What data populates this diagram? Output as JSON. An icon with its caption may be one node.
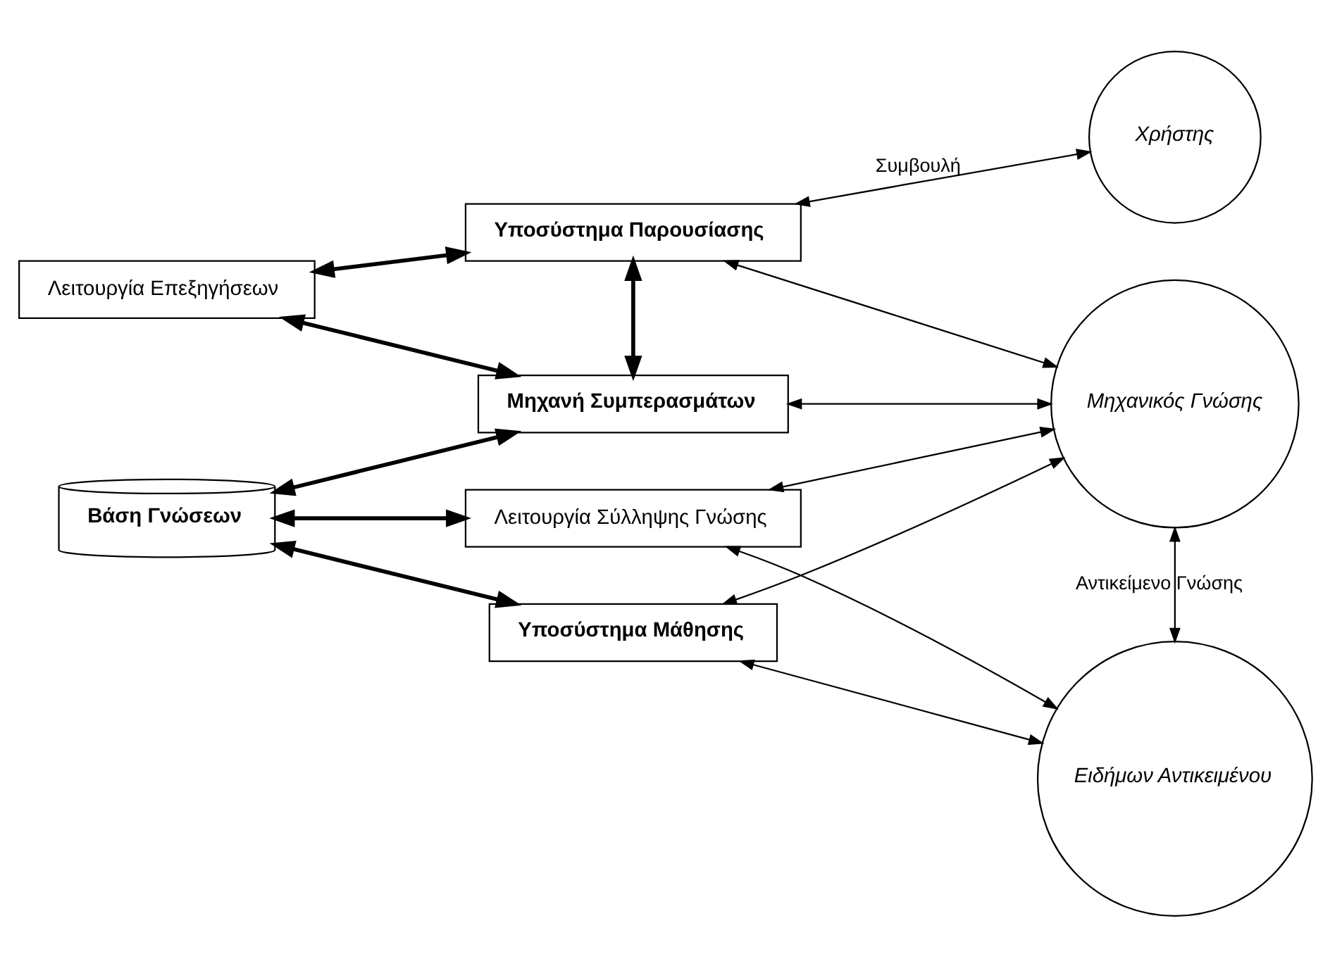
{
  "diagram": {
    "nodes": [
      {
        "text": [
          "Υποσύστημα Παρουσίασης"
        ]
      },
      {
        "text": [
          "Χρήστης"
        ]
      },
      {
        "text": [
          "Λειτουργία Επεξηγήσεων"
        ]
      },
      {
        "text": [
          "Μηχανή Συμπερασμάτων"
        ]
      },
      {
        "text": [
          "Μηχανικός Γνώσης"
        ]
      },
      {
        "text": [
          "Βάση Γνώσεων"
        ]
      },
      {
        "text": [
          "Λειτουργία Σύλληψης Γνώσης"
        ]
      },
      {
        "text": [
          "Υποσύστημα Μάθησης"
        ]
      },
      {
        "text": [
          "Ειδήμων Αντικειμένου"
        ]
      }
    ],
    "edges": [
      {
        "from": 2,
        "to": 0,
        "arrow": "both",
        "style": "thick"
      },
      {
        "from": 0,
        "to": 3,
        "arrow": "both",
        "style": "thick"
      },
      {
        "from": 2,
        "to": 3,
        "arrow": "both",
        "style": "thick"
      },
      {
        "from": 5,
        "to": 3,
        "arrow": "both",
        "style": "thick"
      },
      {
        "from": 5,
        "to": 6,
        "arrow": "both",
        "style": "thick"
      },
      {
        "from": 5,
        "to": 7,
        "arrow": "both",
        "style": "thick"
      },
      {
        "from": 0,
        "to": 1,
        "arrow": "both",
        "label": "Συμβουλή"
      },
      {
        "from": 0,
        "to": 4,
        "arrow": "both"
      },
      {
        "from": 3,
        "to": 4,
        "arrow": "both"
      },
      {
        "from": 6,
        "to": 4,
        "arrow": "both"
      },
      {
        "from": 7,
        "to": 4,
        "arrow": "both"
      },
      {
        "from": 6,
        "to": 8,
        "arrow": "both"
      },
      {
        "from": 7,
        "to": 8,
        "arrow": "both"
      },
      {
        "from": 4,
        "to": 8,
        "arrow": "both",
        "label": "Αντικείμενο Γνώσης"
      }
    ]
  }
}
